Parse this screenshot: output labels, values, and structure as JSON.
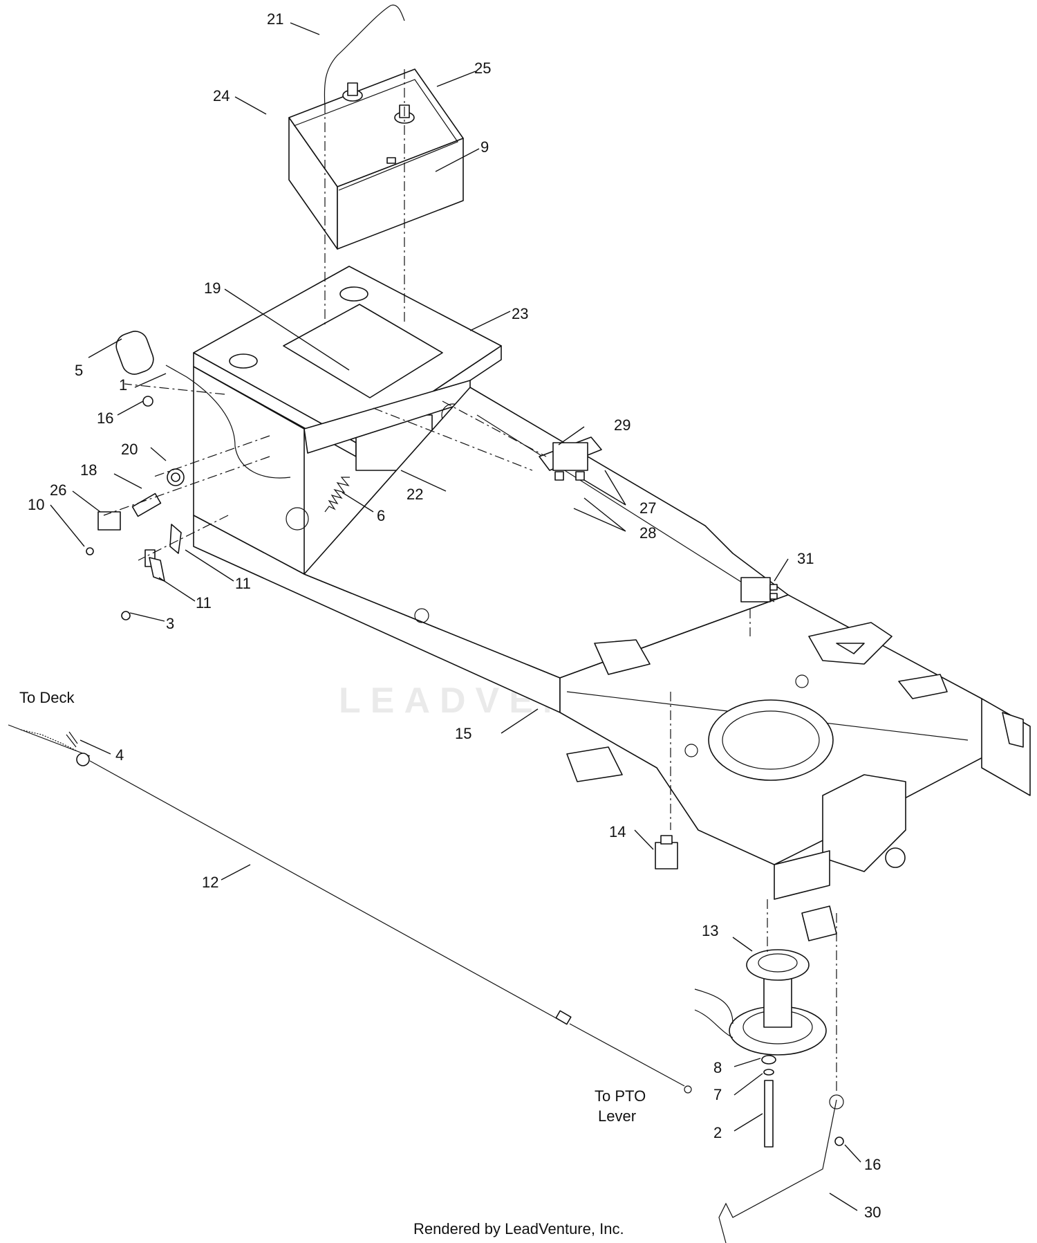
{
  "callouts": [
    "21",
    "25",
    "24",
    "9",
    "19",
    "23",
    "5",
    "1",
    "16",
    "20",
    "29",
    "18",
    "26",
    "10",
    "22",
    "27",
    "28",
    "6",
    "11",
    "11",
    "3",
    "31",
    "4",
    "15",
    "12",
    "14",
    "13",
    "8",
    "7",
    "2",
    "16",
    "30"
  ],
  "text_labels": {
    "to_deck": "To Deck",
    "to_pto_1": "To PTO",
    "to_pto_2": "Lever"
  },
  "watermark": "LEADVENTURE",
  "footer": "Rendered by LeadVenture, Inc."
}
